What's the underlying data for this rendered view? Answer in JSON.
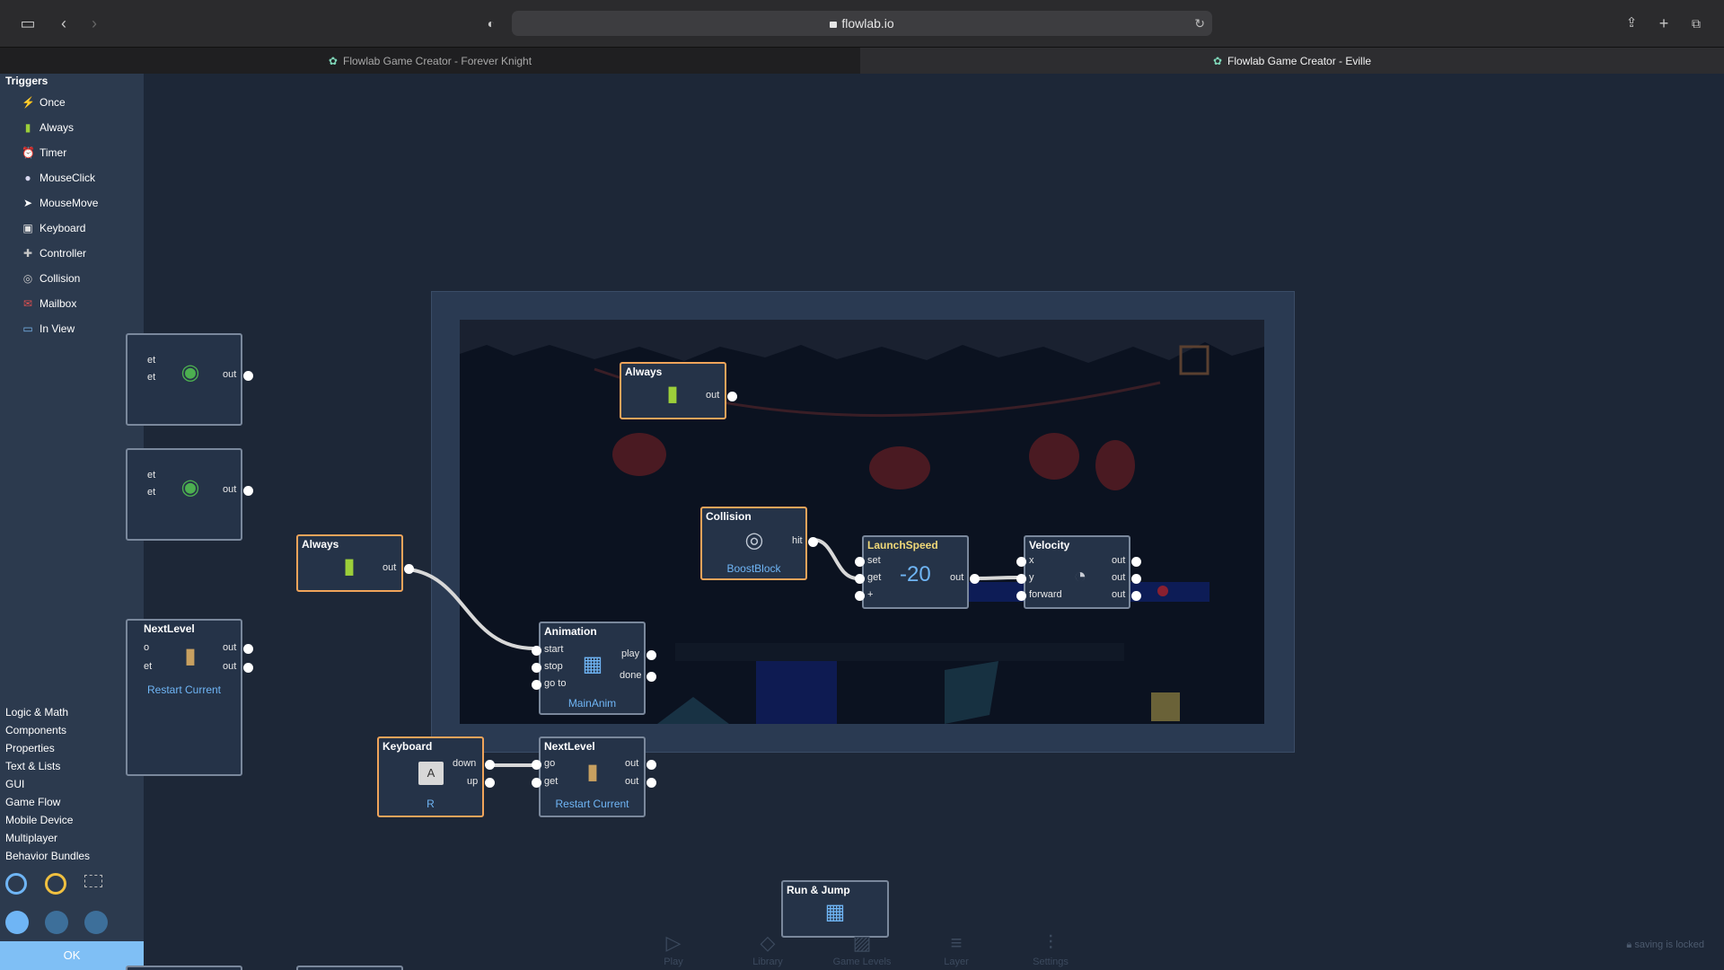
{
  "browser": {
    "url": "flowlab.io",
    "tabs": [
      {
        "label": "Flowlab Game Creator - Forever Knight",
        "active": false
      },
      {
        "label": "Flowlab Game Creator - Eville",
        "active": true
      }
    ]
  },
  "sidebar": {
    "triggers_heading": "Triggers",
    "triggers": [
      {
        "label": "Once",
        "icon": "lightning-icon"
      },
      {
        "label": "Always",
        "icon": "battery-icon"
      },
      {
        "label": "Timer",
        "icon": "alarm-clock-icon"
      },
      {
        "label": "MouseClick",
        "icon": "mouse-icon"
      },
      {
        "label": "MouseMove",
        "icon": "cursor-icon"
      },
      {
        "label": "Keyboard",
        "icon": "key-icon"
      },
      {
        "label": "Controller",
        "icon": "gamepad-icon"
      },
      {
        "label": "Collision",
        "icon": "collision-icon"
      },
      {
        "label": "Mailbox",
        "icon": "mailbox-icon"
      },
      {
        "label": "In View",
        "icon": "monitor-icon"
      }
    ],
    "categories": [
      "Logic & Math",
      "Components",
      "Properties",
      "Text & Lists",
      "GUI",
      "Game Flow",
      "Mobile Device",
      "Multiplayer",
      "Behavior Bundles"
    ],
    "ok_label": "OK"
  },
  "blocks": {
    "partial1": {
      "in1": "et",
      "in2": "et",
      "out": "out"
    },
    "partial2": {
      "in1": "et",
      "in2": "et",
      "out": "out"
    },
    "partial_nextlevel": {
      "title": "NextLevel",
      "in1": "o",
      "in2": "et",
      "out1": "out",
      "out2": "out",
      "sub": "Restart Current"
    },
    "always_left": {
      "title": "Always",
      "out": "out"
    },
    "always_top": {
      "title": "Always",
      "out": "out"
    },
    "collision": {
      "title": "Collision",
      "out": "hit",
      "sub": "BoostBlock"
    },
    "launchspeed": {
      "title": "LaunchSpeed",
      "in1": "set",
      "in2": "get",
      "in3": "+",
      "out": "out",
      "value": "-20"
    },
    "velocity": {
      "title": "Velocity",
      "in1": "x",
      "in2": "y",
      "in3": "forward",
      "out1": "out",
      "out2": "out",
      "out3": "out"
    },
    "animation": {
      "title": "Animation",
      "in1": "start",
      "in2": "stop",
      "in3": "go to",
      "out1": "play",
      "out2": "done",
      "sub": "MainAnim"
    },
    "keyboard": {
      "title": "Keyboard",
      "key": "A",
      "out1": "down",
      "out2": "up",
      "sub": "R"
    },
    "nextlevel": {
      "title": "NextLevel",
      "in1": "go",
      "in2": "get",
      "out1": "out",
      "out2": "out",
      "sub": "Restart Current"
    },
    "runjump": {
      "title": "Run & Jump"
    }
  },
  "bottom_bar": {
    "items": [
      {
        "label": "Play",
        "icon": "play-icon"
      },
      {
        "label": "Library",
        "icon": "cube-icon"
      },
      {
        "label": "Game Levels",
        "icon": "image-icon"
      },
      {
        "label": "Layer",
        "icon": "layers-icon"
      },
      {
        "label": "Settings",
        "icon": "sliders-icon"
      }
    ],
    "saving_status": "saving is locked"
  }
}
